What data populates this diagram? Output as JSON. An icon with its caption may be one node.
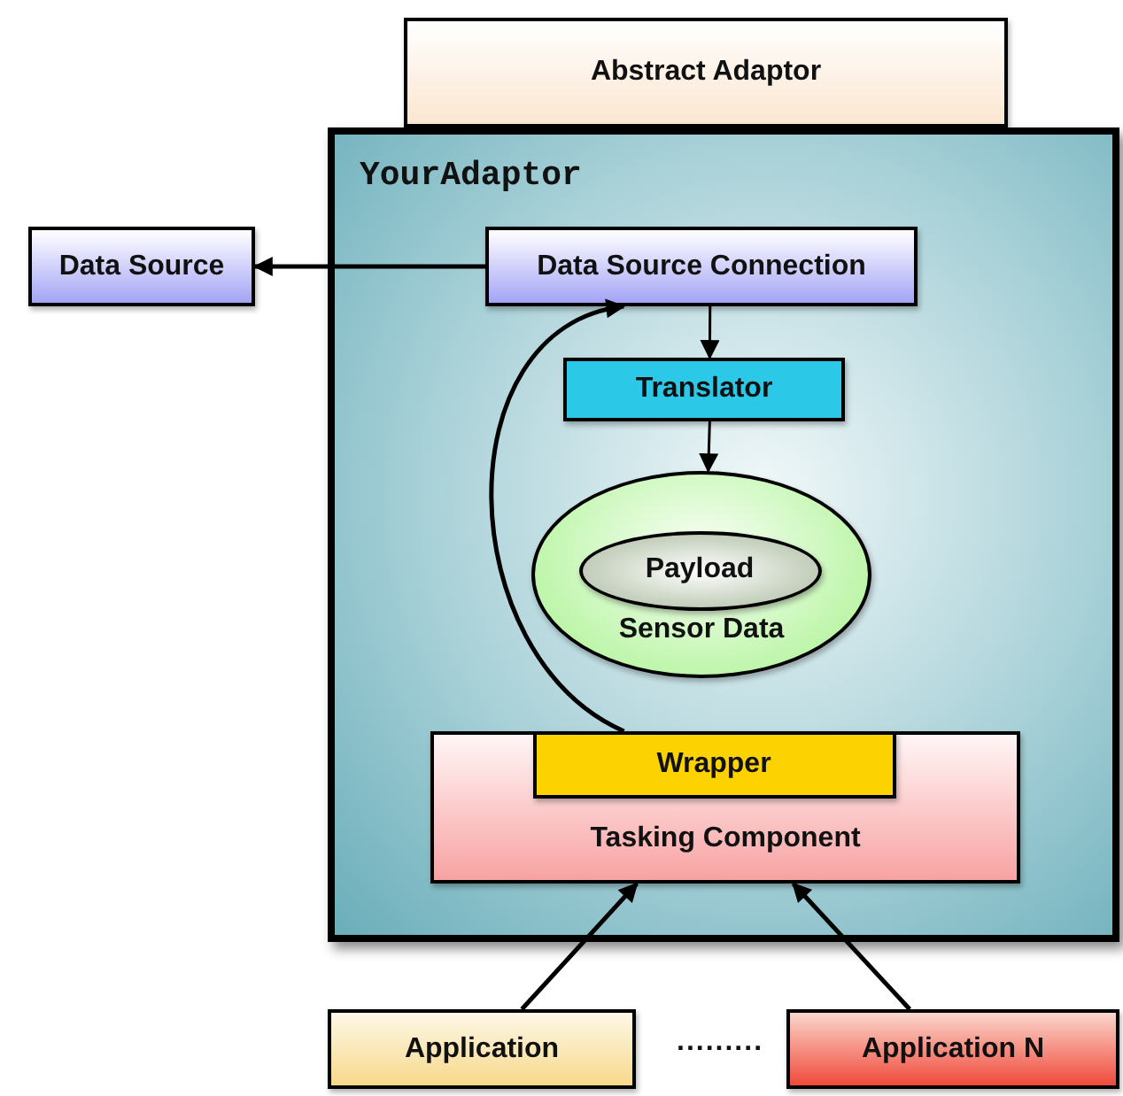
{
  "diagram": {
    "nodes": [
      {
        "text": [
          "Abstract Adaptor"
        ]
      },
      {
        "text": [
          "YourAdaptor"
        ]
      },
      {
        "text": [
          "Data Source"
        ]
      },
      {
        "text": [
          "Data Source Connection"
        ],
        "in": 1
      },
      {
        "text": [
          "Translator"
        ],
        "in": 1
      },
      {
        "text": [
          "Sensor Data"
        ],
        "in": 1
      },
      {
        "text": [
          "Payload"
        ],
        "in": 5
      },
      {
        "text": [
          "Tasking Component"
        ],
        "in": 1
      },
      {
        "text": [
          "Wrapper"
        ],
        "in": 7
      },
      {
        "text": [
          "Application"
        ]
      },
      {
        "text": [
          "Application N"
        ]
      }
    ],
    "edges": [
      {
        "from": 3,
        "to": 2,
        "arrow": "to"
      },
      {
        "from": 3,
        "to": 4,
        "arrow": "to"
      },
      {
        "from": 4,
        "to": 5,
        "arrow": "to"
      },
      {
        "from": 8,
        "to": 3,
        "arrow": "to"
      },
      {
        "from": 9,
        "to": 7,
        "arrow": "to"
      },
      {
        "from": 10,
        "to": 7,
        "arrow": "to"
      }
    ],
    "labels": [
      "........."
    ]
  }
}
